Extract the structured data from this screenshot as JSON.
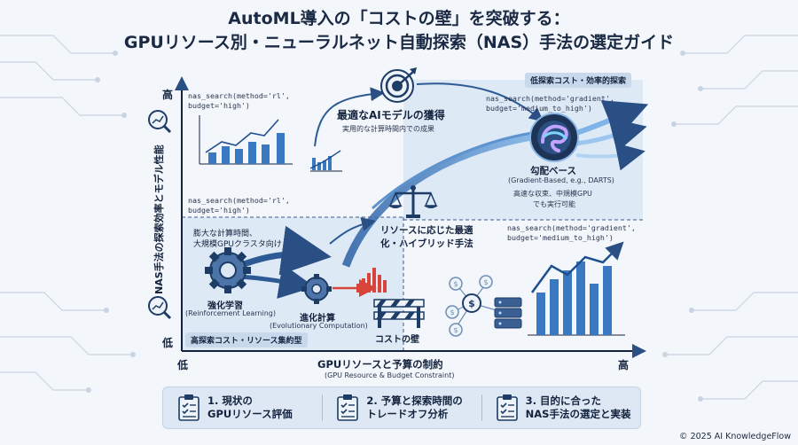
{
  "title": {
    "line1": "AutoML導入の「コストの壁」を突破する：",
    "line2": "GPUリソース別・ニューラルネット自動探索（NAS）手法の選定ガイド"
  },
  "axes": {
    "y_title": "NAS手法の探索効率とモデル性能",
    "y_high": "高",
    "y_low": "低",
    "x_low": "低",
    "x_high": "高",
    "x_title": "GPUリソースと予算の制約",
    "x_subtitle": "(GPU Resource & Budget Constraint)"
  },
  "regions": {
    "top_right": "低探索コスト・効率的探索",
    "bottom_left": "高探索コスト・リソース集約型"
  },
  "code_snippets": {
    "top_left": [
      "nas_search(method='rl',",
      "   budget='high')"
    ],
    "mid_left": [
      "nas_search(method='rl',",
      "   budget='high')"
    ],
    "top_right": [
      "nas_search(method='gradient',",
      "   budget='medium_to_high')"
    ],
    "mid_right": [
      "nas_search(method='gradient',",
      "   budget='medium_to_high')"
    ]
  },
  "nodes": {
    "goal_title": "最適なAIモデルの獲得",
    "goal_sub": "実用的な計算時間内での成果",
    "gradient_title": "勾配ベース",
    "gradient_sub": "(Gradient-Based, e.g., DARTS)",
    "gradient_desc1": "高速な収束、中規模GPU",
    "gradient_desc2": "でも実行可能",
    "hybrid_line1": "リソースに応じた最適",
    "hybrid_line2": "化・ハイブリッド手法",
    "rl_note1": "膨大な計算時間、",
    "rl_note2": "大規模GPUクラスタ向け",
    "rl_title": "強化学習",
    "rl_sub": "(Reinforcement Learning)",
    "evo_title": "進化計算",
    "evo_sub": "(Evolutionary Computation)",
    "wall": "コストの壁"
  },
  "steps": [
    {
      "line1": "1. 現状の",
      "line2": "GPUリソース評価"
    },
    {
      "line1": "2. 予算と探索時間の",
      "line2": "トレードオフ分析"
    },
    {
      "line1": "3. 目的に合った",
      "line2": "NAS手法の選定と実装"
    }
  ],
  "copyright": "© 2025 AI KnowledgeFlow",
  "icons": [
    "target-icon",
    "brain-chip-icon",
    "gear-icon",
    "balance-scale-icon",
    "barrier-icon",
    "dollar-network-icon",
    "server-icon",
    "magnifier-chart-icon",
    "checklist-icon"
  ],
  "colors": {
    "navy": "#14233d",
    "blue": "#3a78c2",
    "light_blue": "#dbe7f4",
    "red": "#d9443a"
  }
}
